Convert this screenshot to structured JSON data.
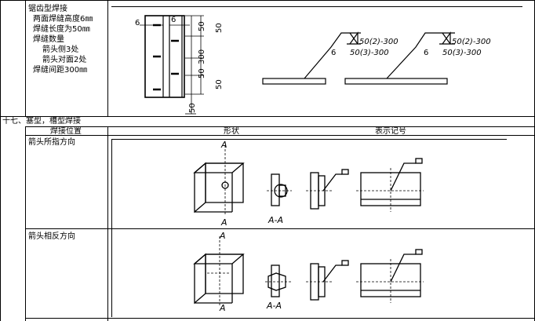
{
  "top_section": {
    "heading": "锯齿型焊接",
    "items": [
      "两面焊缝高度6㎜",
      "焊缝长度为50㎜",
      "焊缝数量",
      "箭头侧3处",
      "箭头对面2处",
      "焊缝间距300㎜"
    ],
    "dims": [
      "6",
      "6",
      "50",
      "50",
      "300",
      "50",
      "50",
      "50"
    ],
    "symbol1": {
      "height": "6",
      "upper": "50(2)-300",
      "lower": "50(3)-300"
    },
    "symbol2": {
      "height": "6",
      "upper": "50(2)-300",
      "lower": "50(3)-300"
    }
  },
  "section_17": {
    "title": "十七、塞型，槽型焊接",
    "col_position": "焊接位置",
    "col_shape": "形状",
    "col_symbol": "表示记号",
    "rows": [
      {
        "label": "箭头所指方向",
        "marks": [
          "A",
          "A",
          "A-A"
        ]
      },
      {
        "label": "箭头相反方向",
        "marks": [
          "A",
          "A",
          "A-A"
        ]
      }
    ]
  }
}
